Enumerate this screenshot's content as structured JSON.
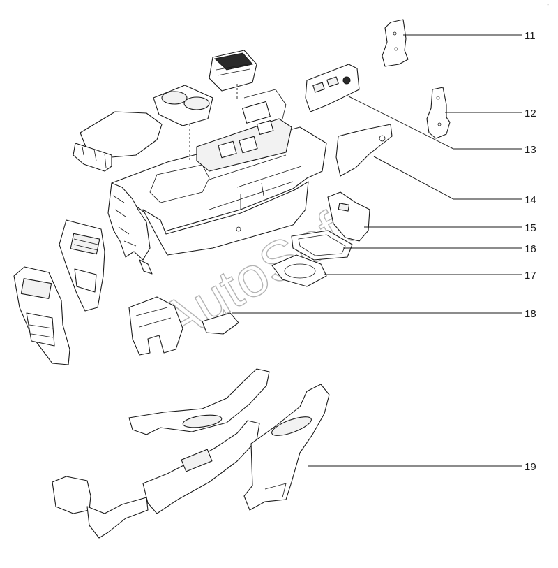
{
  "callouts": [
    {
      "label": "11"
    },
    {
      "label": "12"
    },
    {
      "label": "13"
    },
    {
      "label": "14"
    },
    {
      "label": "15"
    },
    {
      "label": "16"
    },
    {
      "label": "17"
    },
    {
      "label": "18"
    },
    {
      "label": "19"
    }
  ],
  "watermark": "AutoSoft"
}
